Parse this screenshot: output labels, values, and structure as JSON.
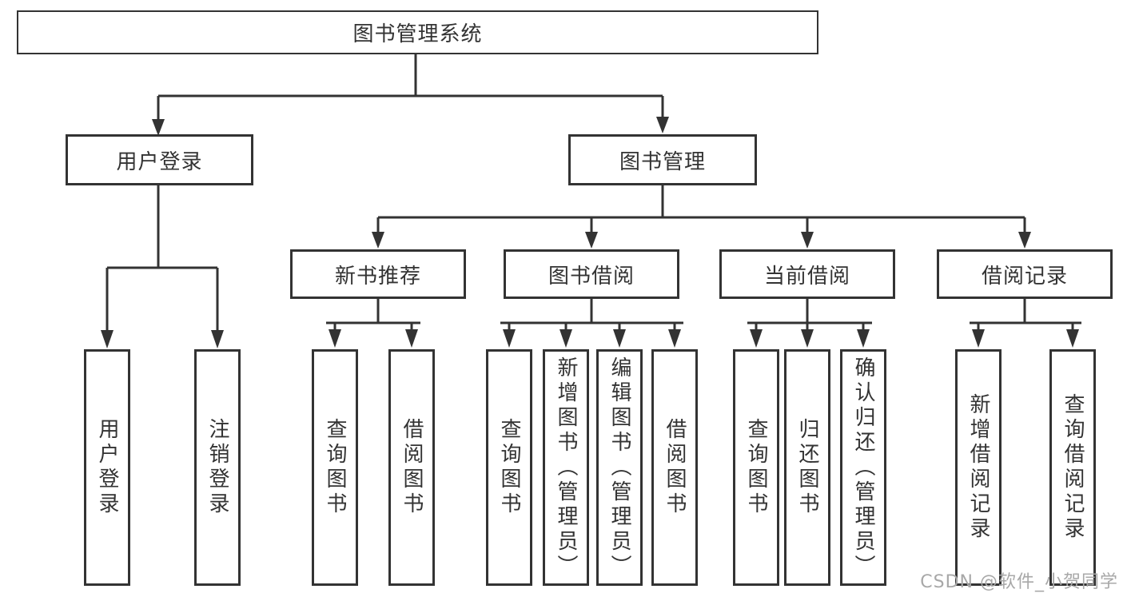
{
  "colors": {
    "line": "#333333",
    "text": "#333333",
    "watermark": "#a8a8a8",
    "background": "#ffffff"
  },
  "watermark": {
    "text": "CSDN @软件_小贺同学"
  },
  "tree": {
    "root": {
      "label": "图书管理系统",
      "children": [
        {
          "label": "用户登录",
          "children": [
            {
              "label": "用户登录"
            },
            {
              "label": "注销登录"
            }
          ]
        },
        {
          "label": "图书管理",
          "children": [
            {
              "label": "新书推荐",
              "children": [
                {
                  "label": "查询图书"
                },
                {
                  "label": "借阅图书"
                }
              ]
            },
            {
              "label": "图书借阅",
              "children": [
                {
                  "label": "查询图书"
                },
                {
                  "label": "新增图书（管理员）"
                },
                {
                  "label": "编辑图书（管理员）"
                },
                {
                  "label": "借阅图书"
                }
              ]
            },
            {
              "label": "当前借阅",
              "children": [
                {
                  "label": "查询图书"
                },
                {
                  "label": "归还图书"
                },
                {
                  "label": "确认归还（管理员）"
                }
              ]
            },
            {
              "label": "借阅记录",
              "children": [
                {
                  "label": "新增借阅记录"
                },
                {
                  "label": "查询借阅记录"
                }
              ]
            }
          ]
        }
      ]
    }
  }
}
